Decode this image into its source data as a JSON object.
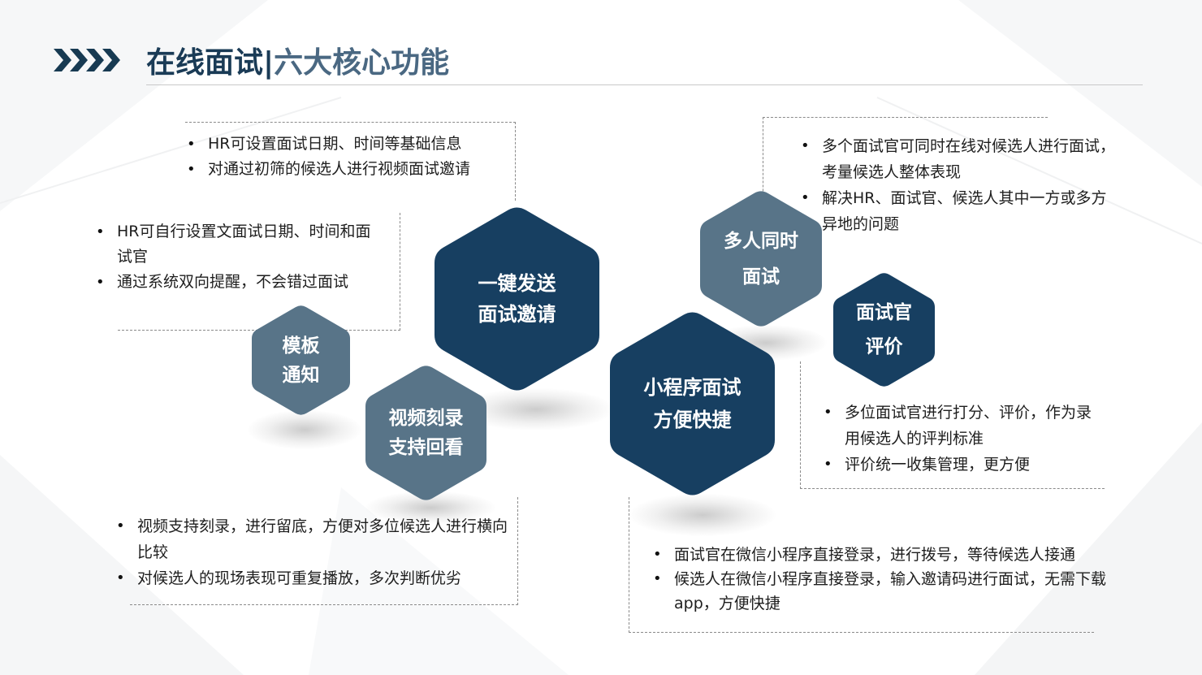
{
  "header": {
    "title_main": "在线面试|",
    "title_sub": "六大核心功能"
  },
  "colors": {
    "dark_navy": "#173f61",
    "slate_blue": "#587488",
    "title": "#1a3b56",
    "chevron": "#173a52"
  },
  "hexagons": [
    {
      "id": "one-click-invite",
      "line1": "一键发送",
      "line2": "面试邀请",
      "color": "#173f61"
    },
    {
      "id": "multi-interviewer",
      "line1": "多人同时",
      "line2": "面试",
      "color": "#587488"
    },
    {
      "id": "interviewer-evaluation",
      "line1": "面试官",
      "line2": "评价",
      "color": "#173f61"
    },
    {
      "id": "template-notice",
      "line1": "模板",
      "line2": "通知",
      "color": "#587488"
    },
    {
      "id": "video-record",
      "line1": "视频刻录",
      "line2": "支持回看",
      "color": "#587488"
    },
    {
      "id": "mini-program",
      "line1": "小程序面试",
      "line2": "方便快捷",
      "color": "#173f61"
    }
  ],
  "callouts": {
    "invite": [
      "HR可设置面试日期、时间等基础信息",
      "对通过初筛的候选人进行视频面试邀请"
    ],
    "template": [
      "HR可自行设置文面试日期、时间和面试官",
      "通过系统双向提醒，不会错过面试"
    ],
    "multi": [
      "多个面试官可同时在线对候选人进行面试，考量候选人整体表现",
      "解决HR、面试官、候选人其中一方或多方异地的问题"
    ],
    "evaluation": [
      "多位面试官进行打分、评价，作为录用候选人的评判标准",
      "评价统一收集管理，更方便"
    ],
    "video": [
      "视频支持刻录，进行留底，方便对多位候选人进行横向比较",
      "对候选人的现场表现可重复播放，多次判断优劣"
    ],
    "mini": [
      "面试官在微信小程序直接登录，进行拨号，等待候选人接通",
      "候选人在微信小程序直接登录，输入邀请码进行面试，无需下载app，方便快捷"
    ]
  }
}
